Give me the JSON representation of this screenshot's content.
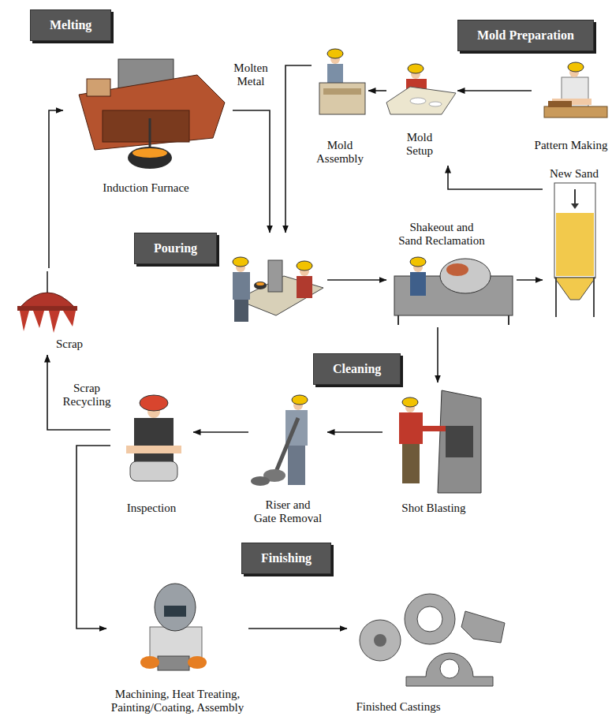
{
  "diagram": {
    "nodes": [
      {
        "text": [
          "Melting"
        ]
      },
      {
        "text": [
          "Mold Preparation"
        ]
      },
      {
        "text": [
          "Induction Furnace"
        ]
      },
      {
        "text": [
          "Mold Assembly"
        ]
      },
      {
        "text": [
          "Mold Setup"
        ]
      },
      {
        "text": [
          "Pattern Making"
        ]
      },
      {
        "text": [
          "New Sand"
        ]
      },
      {
        "text": [
          "Pouring"
        ]
      },
      {
        "text": [
          "Shakeout and Sand Reclamation"
        ]
      },
      {
        "text": [
          "Scrap"
        ]
      },
      {
        "text": [
          "Cleaning"
        ]
      },
      {
        "text": [
          "Inspection"
        ]
      },
      {
        "text": [
          "Riser and Gate Removal"
        ]
      },
      {
        "text": [
          "Shot Blasting"
        ]
      },
      {
        "text": [
          "Finishing"
        ]
      },
      {
        "text": [
          "Machining, Heat Treating, Painting/Coating, Assembly"
        ]
      },
      {
        "text": [
          "Finished Castings"
        ]
      }
    ],
    "edges": [
      {
        "from": 9,
        "to": 2,
        "arrow": "to"
      },
      {
        "from": 2,
        "to": 7,
        "label": "Molten Metal",
        "arrow": "to"
      },
      {
        "from": 3,
        "to": 7,
        "arrow": "to"
      },
      {
        "from": 4,
        "to": 3,
        "arrow": "to"
      },
      {
        "from": 5,
        "to": 4,
        "arrow": "to"
      },
      {
        "from": 6,
        "to": 4,
        "arrow": "to"
      },
      {
        "from": 7,
        "to": 8,
        "arrow": "to"
      },
      {
        "from": 8,
        "to": 6,
        "arrow": "to"
      },
      {
        "from": 8,
        "to": 13,
        "arrow": "to"
      },
      {
        "from": 13,
        "to": 12,
        "arrow": "to"
      },
      {
        "from": 12,
        "to": 11,
        "arrow": "to"
      },
      {
        "from": 11,
        "to": 9,
        "label": "Scrap Recycling",
        "arrow": "to"
      },
      {
        "from": 11,
        "to": 15,
        "arrow": "to"
      },
      {
        "from": 15,
        "to": 16,
        "arrow": "to"
      }
    ]
  }
}
